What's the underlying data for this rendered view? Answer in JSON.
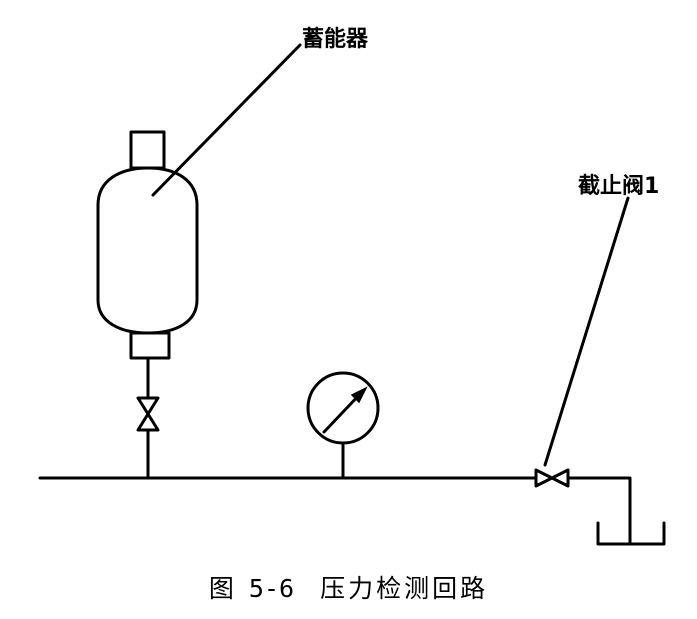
{
  "labels": {
    "accumulator": "蓄能器",
    "shutoff_valve": "截止阀1"
  },
  "caption": {
    "figure_number": "图 5-6",
    "title": "压力检测回路"
  },
  "colors": {
    "line": "#000000",
    "background": "#ffffff"
  }
}
